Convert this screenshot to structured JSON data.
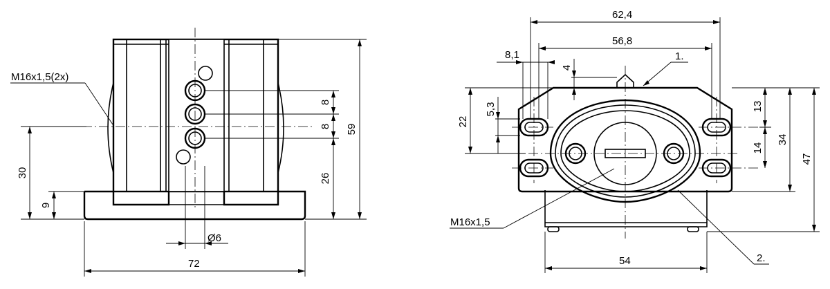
{
  "left_view": {
    "dims": {
      "thread_left": "M16x1,5(2x)",
      "d8a": "8",
      "d8b": "8",
      "d59": "59",
      "d30": "30",
      "d26": "26",
      "d9": "9",
      "d6": "Ø6",
      "d72": "72"
    }
  },
  "right_view": {
    "dims": {
      "d624": "62,4",
      "d568": "56,8",
      "d81": "8,1",
      "d4": "4",
      "d53": "5,3",
      "d22": "22",
      "d13": "13",
      "d14": "14",
      "d34": "34",
      "d47": "47",
      "d54": "54",
      "thread_right": "M16x1,5",
      "label1": "1.",
      "label2": "2."
    }
  }
}
